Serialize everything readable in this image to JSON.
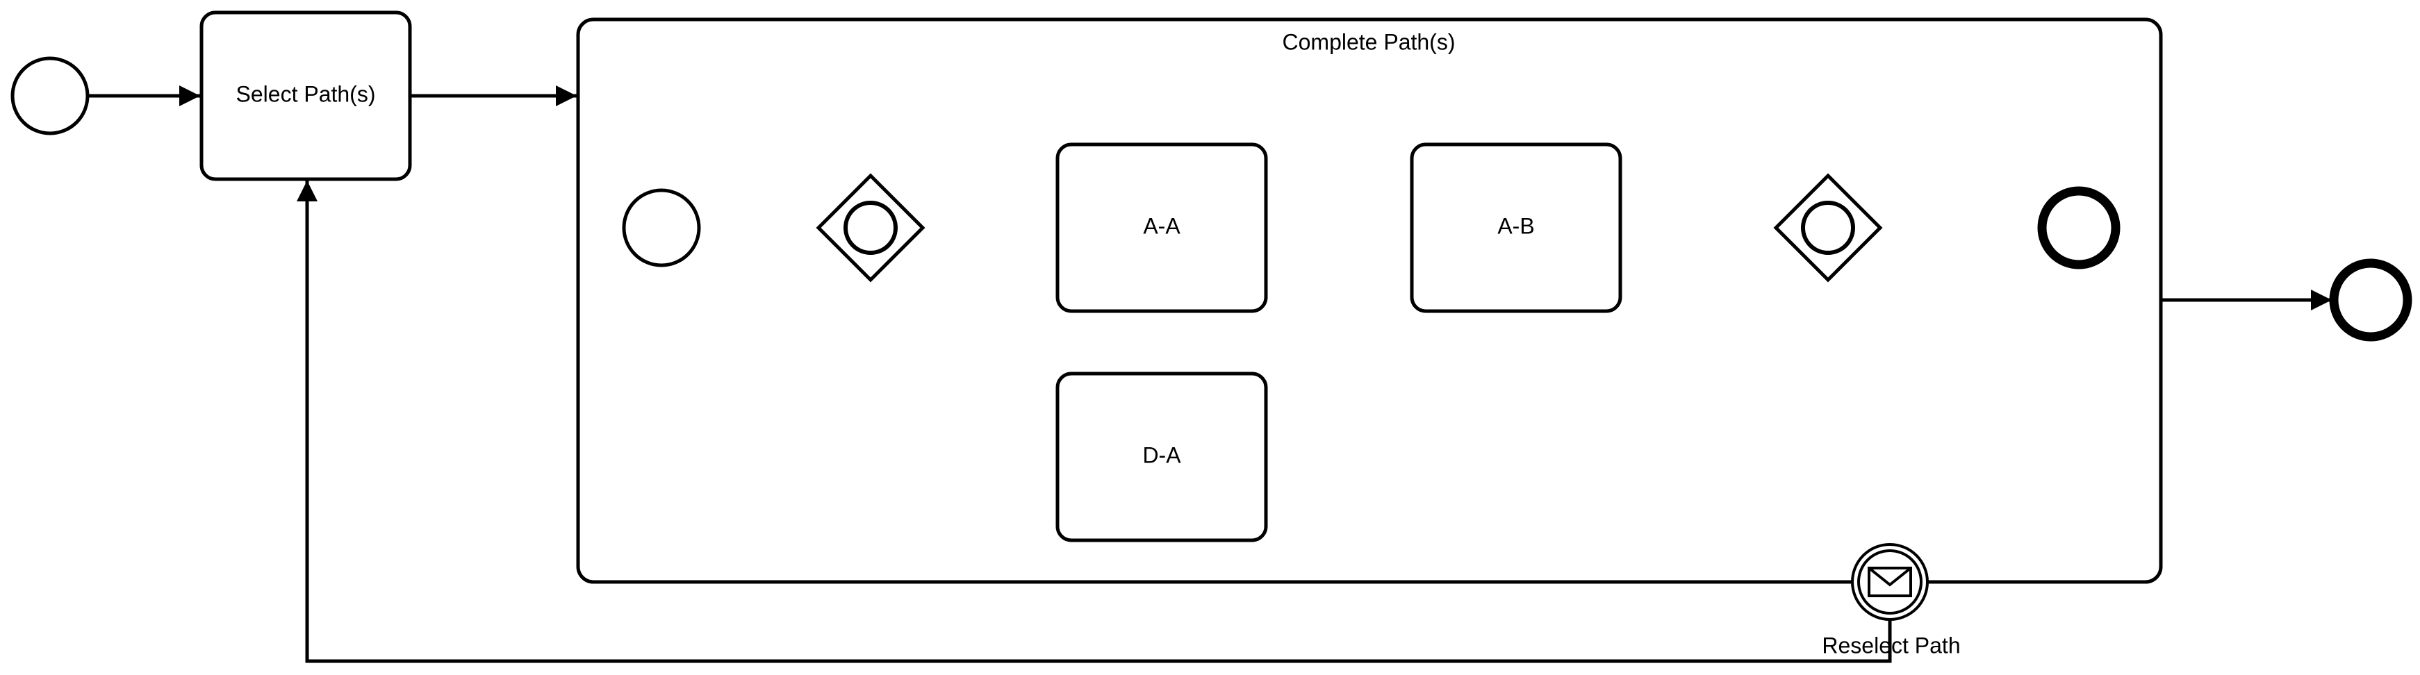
{
  "diagram": {
    "type": "BPMN process",
    "tasks": {
      "select_paths": "Select Path(s)",
      "a_a": "A-A",
      "a_b": "A-B",
      "d_a": "D-A"
    },
    "subprocess": {
      "title": "Complete Path(s)"
    },
    "boundary_event": {
      "label": "Reselect Path",
      "kind": "message",
      "icon": "envelope-icon"
    },
    "gateways": [
      {
        "kind": "inclusive",
        "icon": "circle-in-diamond"
      },
      {
        "kind": "inclusive",
        "icon": "circle-in-diamond"
      }
    ],
    "events": {
      "start": "start-event",
      "inner_start": "start-event",
      "inner_end": "end-event",
      "end": "end-event"
    },
    "colors": {
      "stroke": "#000000",
      "fill": "#ffffff"
    }
  }
}
